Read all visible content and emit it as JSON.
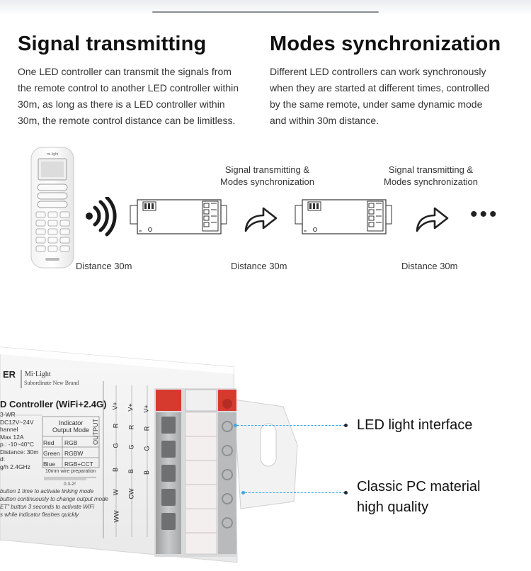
{
  "left_section": {
    "heading": "Signal transmitting",
    "lines": [
      "One LED controller can transmit the signals from",
      "the remote control to another LED controller within",
      "30m, as long as there is a LED controller within",
      "30m, the remote control distance can be limitless."
    ]
  },
  "right_section": {
    "heading": "Modes synchronization",
    "lines": [
      "Different LED controllers can work synchronously",
      "when they are started at different times, controlled",
      "by the same remote, under same dynamic mode",
      "and within 30m distance."
    ]
  },
  "diagram": {
    "remote_brand": "mi·light",
    "relays": [
      {
        "line1": "Signal transmitting &",
        "line2": "Modes synchronization"
      },
      {
        "line1": "Signal transmitting &",
        "line2": "Modes synchronization"
      }
    ],
    "distances": [
      "Distance 30m",
      "Distance 30m",
      "Distance 30m"
    ],
    "continuation": "•••",
    "icons": [
      "remote-control-icon",
      "wireless-signal-icon",
      "controller-icon",
      "forward-arrow-icon",
      "ellipsis-icon"
    ]
  },
  "product": {
    "brand_partial": "ER",
    "brand_line1": "Mi·Light",
    "brand_line2": "Subordinate New Brand",
    "title": "D Controller (WiFi+2.4G)",
    "specs": [
      "3-WR",
      "DC12V~24V",
      "hannel",
      "Max 12A",
      "p.: -10~40°C",
      "Distance: 30m",
      "d:",
      "g/h 2.4GHz"
    ],
    "indicator": {
      "title1": "Indicator",
      "title2": "Output Mode",
      "rows": [
        [
          "Red",
          "RGB"
        ],
        [
          "Green",
          "RGBW"
        ],
        [
          "Blue",
          "RGB+CCT"
        ]
      ]
    },
    "wire_prep": "10mm wire preparation",
    "wire_gauge": "0.3-2²",
    "notes": [
      "button 1 time to activate linking mode",
      "button continuously to change output mode",
      "ET\" button 3 seconds to activate WiFi",
      "s while indicator flashes quickly"
    ],
    "output_label": "OUTPUT",
    "terminal_cols": [
      [
        "V+",
        "R",
        "G",
        "B",
        "W",
        "WW"
      ],
      [
        "V+",
        "R",
        "G",
        "B",
        "CW",
        ""
      ],
      [
        "V+",
        "R",
        "G",
        "B",
        "",
        ""
      ]
    ]
  },
  "features": {
    "interface": "LED light interface",
    "material_line1": "Classic PC material",
    "material_line2": "high quality"
  },
  "colors": {
    "terminal_red": "#d63a2f",
    "terminal_gray": "#b8b9bb",
    "leader_blue": "#3aa7e8"
  }
}
